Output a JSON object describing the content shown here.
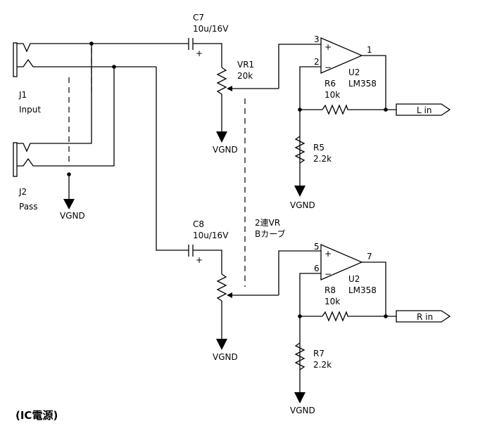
{
  "jacks": {
    "j1": {
      "ref": "J1",
      "value": "Input"
    },
    "j2": {
      "ref": "J2",
      "value": "Pass"
    }
  },
  "capacitors": {
    "c7": {
      "ref": "C7",
      "value": "10u/16V"
    },
    "c8": {
      "ref": "C8",
      "value": "10u/16V"
    }
  },
  "pot": {
    "ref": "VR1",
    "value": "20k",
    "note_line1": "2連VR",
    "note_line2": "Bカーブ"
  },
  "opamp_top": {
    "ref": "U2",
    "part": "LM358",
    "pin_in_plus": "3",
    "pin_in_minus": "2",
    "pin_out": "1"
  },
  "opamp_bottom": {
    "ref": "U2",
    "part": "LM358",
    "pin_in_plus": "5",
    "pin_in_minus": "6",
    "pin_out": "7"
  },
  "resistors": {
    "r6": {
      "ref": "R6",
      "value": "10k"
    },
    "r5": {
      "ref": "R5",
      "value": "2.2k"
    },
    "r8": {
      "ref": "R8",
      "value": "10k"
    },
    "r7": {
      "ref": "R7",
      "value": "2.2k"
    }
  },
  "ports": {
    "left": "L in",
    "right": "R in"
  },
  "ground": {
    "label": "VGND"
  },
  "opamp_symbols": {
    "plus": "+",
    "minus": "−"
  },
  "cap_polarity": "+",
  "footer": {
    "title": "(IC電源)"
  }
}
